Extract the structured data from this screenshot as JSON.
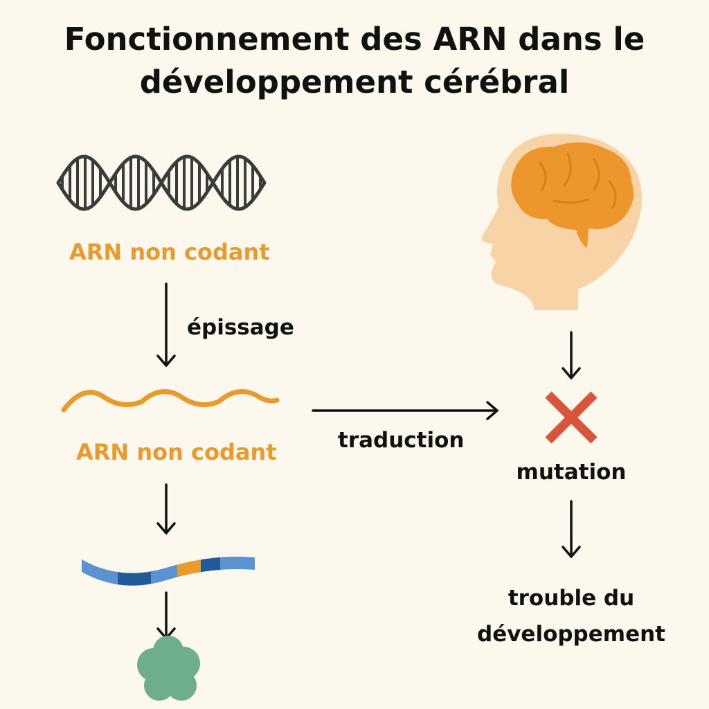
{
  "diagram": {
    "title_line1": "Fonctionnement des ARN dans le",
    "title_line2": "développement cérébral",
    "labels": {
      "rna_top": "ARN non codant",
      "splicing": "épissage",
      "rna_middle": "ARN non codant",
      "translation": "traduction",
      "mutation": "mutation",
      "disorder_line1": "trouble du",
      "disorder_line2": "développement"
    },
    "colors": {
      "background": "#fdf8ee",
      "accent_orange": "#e99a2c",
      "dna_stroke": "#3b3b3b",
      "head_skin": "#f8d3a5",
      "brain": "#ec962c",
      "mrna_blue": "#5b93d0",
      "mrna_dark_blue": "#1f5a99",
      "mutation_red": "#d9553a",
      "protein_green": "#6fae8a"
    },
    "icons": [
      "dna-helix-icon",
      "head-brain-icon",
      "wavy-rna-icon",
      "mrna-strand-icon",
      "mutation-cross-icon",
      "protein-icon"
    ]
  }
}
